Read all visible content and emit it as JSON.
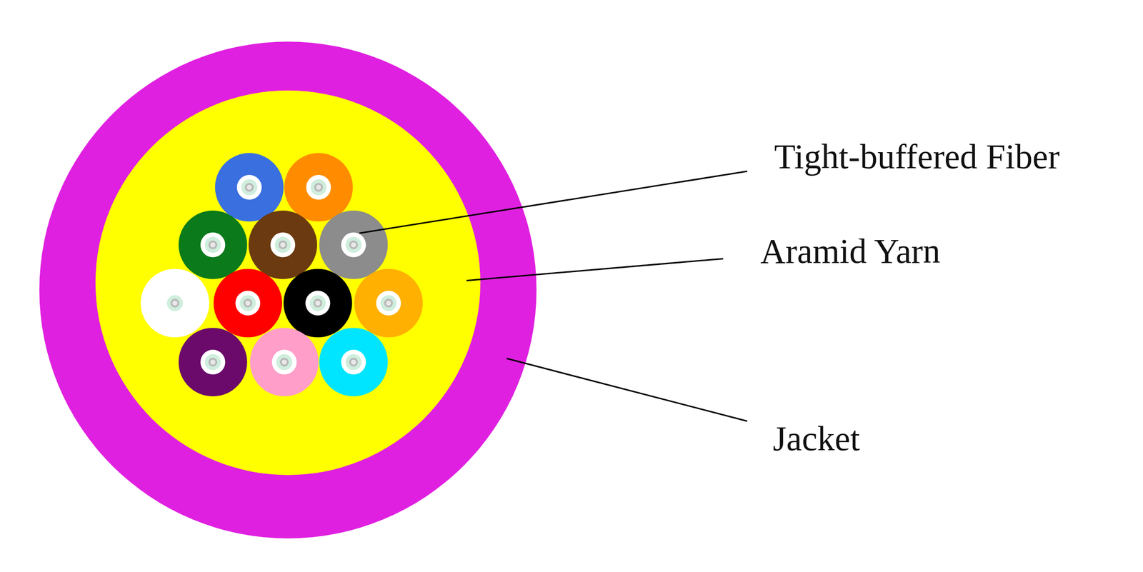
{
  "diagram": {
    "labels": [
      "Tight-buffered Fiber",
      "Aramid Yarn",
      "Jacket"
    ]
  }
}
